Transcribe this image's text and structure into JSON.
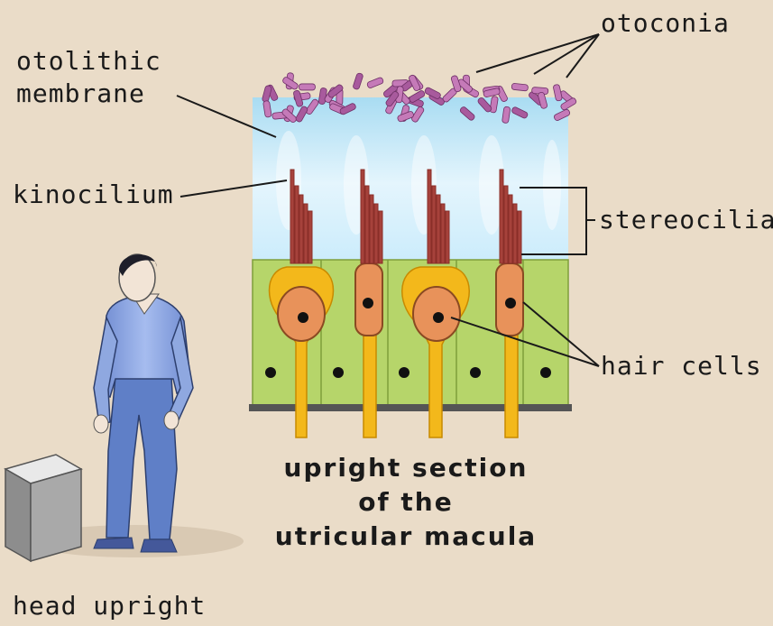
{
  "labels": {
    "otoconia": "otoconia",
    "otolithic_line1": "otolithic",
    "otolithic_line2": "membrane",
    "kinocilium": "kinocilium",
    "stereocilia": "stereocilia",
    "hair_cells": "hair cells",
    "head_upright": "head upright"
  },
  "caption": {
    "line1": "upright section",
    "line2": "of the",
    "line3": "utricular macula"
  },
  "colors": {
    "background": "#eadcc8",
    "otoconia": "#c57ab8",
    "gel": "#bfe3f5",
    "support_layer": "#b8d66a",
    "hair_cell": "#e8925a",
    "nerve": "#f3b81b",
    "cilia": "#a6423b",
    "person_shirt": "#8fa8e0",
    "person_pants": "#5f7fc7"
  }
}
